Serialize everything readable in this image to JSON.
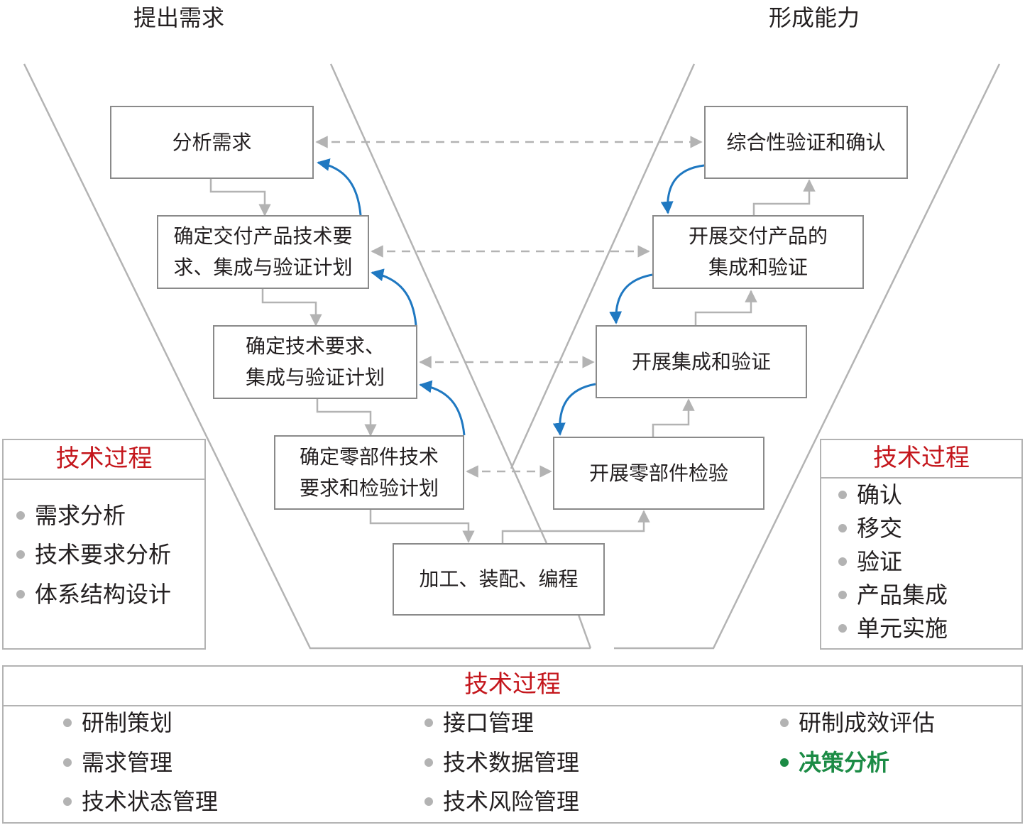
{
  "headings": {
    "left": "提出需求",
    "right": "形成能力"
  },
  "left_steps": [
    {
      "lines": [
        "分析需求"
      ]
    },
    {
      "lines": [
        "确定交付产品技术要",
        "求、集成与验证计划"
      ]
    },
    {
      "lines": [
        "确定技术要求、",
        "集成与验证计划"
      ]
    },
    {
      "lines": [
        "确定零部件技术",
        "要求和检验计划"
      ]
    }
  ],
  "bottom_step": {
    "lines": [
      "加工、装配、编程"
    ]
  },
  "right_steps": [
    {
      "lines": [
        "综合性验证和确认"
      ]
    },
    {
      "lines": [
        "开展交付产品的",
        "集成和验证"
      ]
    },
    {
      "lines": [
        "开展集成和验证"
      ]
    },
    {
      "lines": [
        "开展零部件检验"
      ]
    }
  ],
  "left_panel": {
    "title": "技术过程",
    "items": [
      "需求分析",
      "技术要求分析",
      "体系结构设计"
    ]
  },
  "right_panel": {
    "title": "技术过程",
    "items": [
      "确认",
      "移交",
      "验证",
      "产品集成",
      "单元实施"
    ]
  },
  "bottom_panel": {
    "title": "技术过程",
    "columns": [
      [
        "研制策划",
        "需求管理",
        "技术状态管理"
      ],
      [
        "接口管理",
        "技术数据管理",
        "技术风险管理"
      ],
      [
        "研制成效评估",
        "决策分析"
      ]
    ],
    "highlighted": "决策分析"
  },
  "colors": {
    "title_red": "#c4161c",
    "highlight_green": "#1b8b45",
    "feedback_blue": "#1f78c1",
    "connector_gray": "#b3b3b3",
    "box_border": "#8a8a8a"
  }
}
